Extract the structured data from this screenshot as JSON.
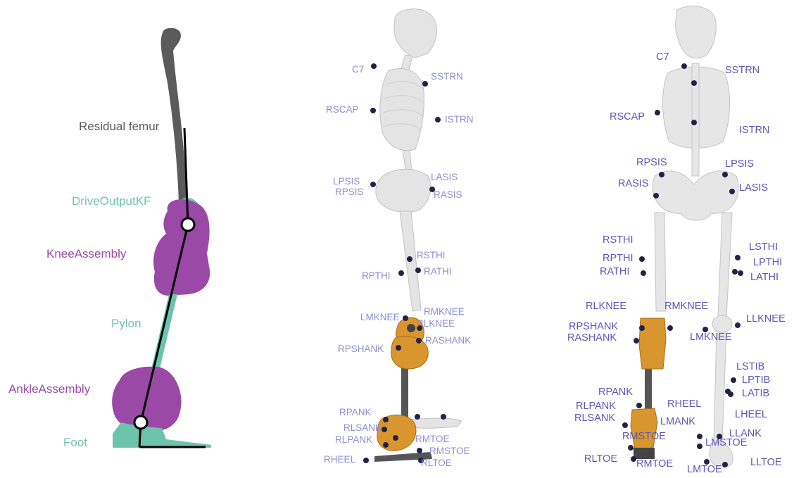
{
  "panel1": {
    "labels": {
      "residual_femur": "Residual femur",
      "drive_output": "DriveOutputKF",
      "knee_assembly": "KneeAssembly",
      "pylon": "Pylon",
      "ankle_assembly": "AnkleAssembly",
      "foot": "Foot"
    }
  },
  "panel2": {
    "markers": [
      "C7",
      "SSTRN",
      "RSCAP",
      "ISTRN",
      "LPSIS",
      "RPSIS",
      "LASIS",
      "RASIS",
      "RSTHI",
      "RPTHI",
      "RATHI",
      "LMKNEE",
      "RMKNEE",
      "RLKNEE",
      "RPSHANK",
      "RASHANK",
      "RPANK",
      "RLSANK",
      "RLPANK",
      "RMTOE",
      "RMSTOE",
      "RHEEL",
      "RLTOE"
    ]
  },
  "panel3": {
    "markers": [
      "C7",
      "SSTRN",
      "RSCAP",
      "ISTRN",
      "RPSIS",
      "LPSIS",
      "RASIS",
      "LASIS",
      "RSTHI",
      "RPTHI",
      "RATHI",
      "LSTHI",
      "LPTHI",
      "LATHI",
      "RLKNEE",
      "RMKNEE",
      "LLKNEE",
      "RPSHANK",
      "RASHANK",
      "LMKNEE",
      "LSTIB",
      "LPTIB",
      "LATIB",
      "RPANK",
      "RLPANK",
      "RLSANK",
      "RHEEL",
      "LHEEL",
      "LMANK",
      "RMSTOE",
      "LLANK",
      "LMSTOE",
      "RLTOE",
      "RMTOE",
      "LMTOE",
      "LLTOE"
    ]
  },
  "colors": {
    "prosthesis_purple": "#9a4aa6",
    "prosthesis_teal": "#6ec3ad",
    "femur_gray": "#555555",
    "marker_text": "#8b8fd0",
    "marker_text_bold": "#5a58b4",
    "marker_dot": "#22214a",
    "orange_parts": "#d9962e"
  }
}
